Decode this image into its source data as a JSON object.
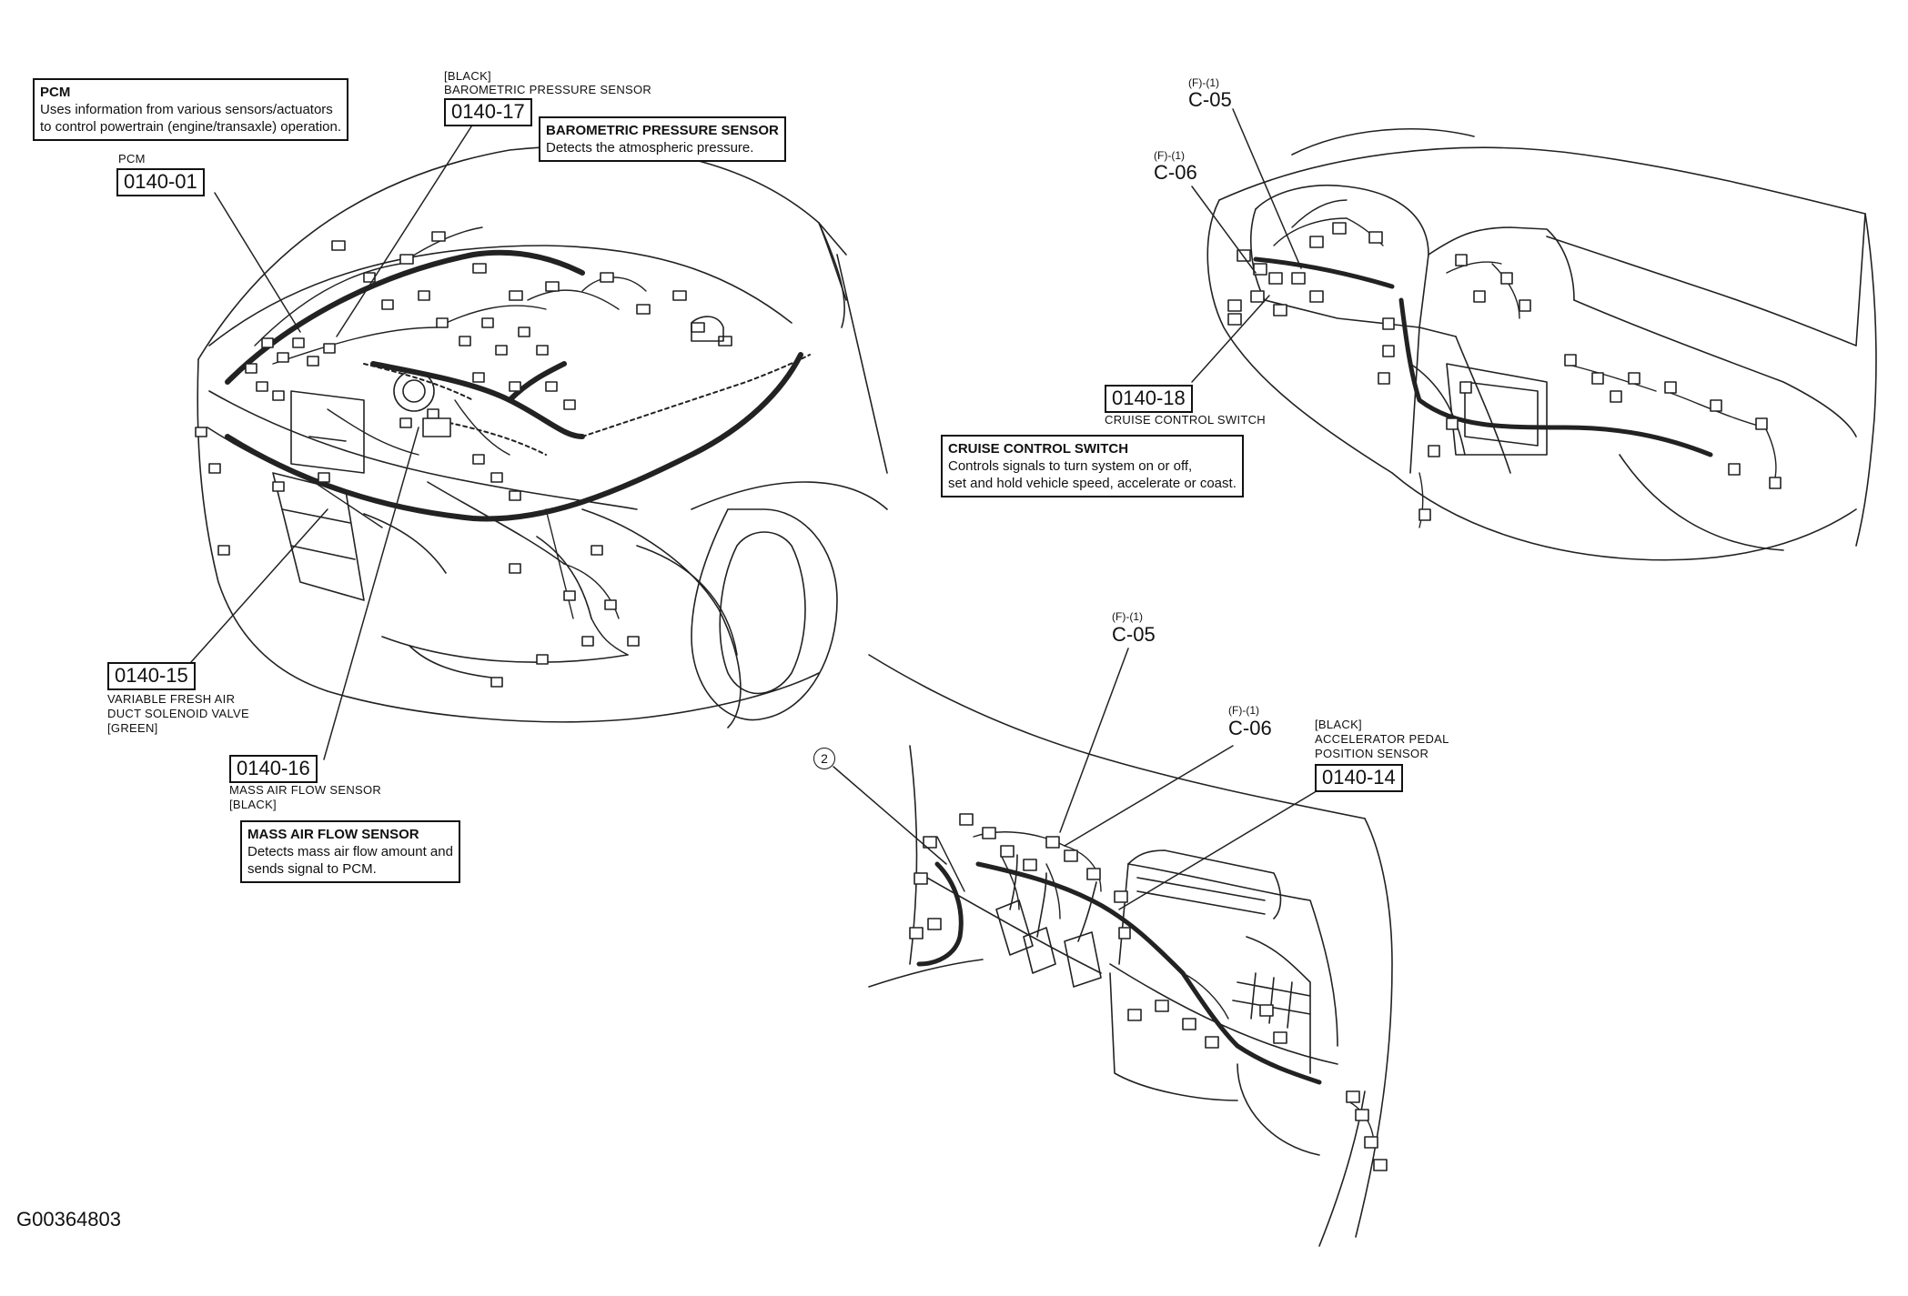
{
  "figure_id": "G00364803",
  "callouts": {
    "pcm": {
      "title": "PCM",
      "lines": [
        "Uses information from various sensors/actuators",
        "to control powertrain (engine/transaxle) operation."
      ]
    },
    "baro": {
      "title": "BAROMETRIC PRESSURE SENSOR",
      "lines": [
        "Detects the atmospheric pressure."
      ]
    },
    "maf": {
      "title": "MASS AIR FLOW SENSOR",
      "lines": [
        "Detects mass air flow amount and",
        "sends signal to PCM."
      ]
    },
    "cruise": {
      "title": "CRUISE CONTROL SWITCH",
      "lines": [
        "Controls signals to turn system on or off,",
        "set and hold vehicle speed, accelerate or coast."
      ]
    }
  },
  "labels": {
    "pcm_caption": "PCM",
    "pcm_code": "0140-01",
    "baro_color": "[BLACK]",
    "baro_caption": "BAROMETRIC PRESSURE SENSOR",
    "baro_code": "0140-17",
    "vfad_code": "0140-15",
    "vfad_line1": "VARIABLE FRESH AIR",
    "vfad_line2": "DUCT SOLENOID VALVE",
    "vfad_line3": "[GREEN]",
    "maf_code": "0140-16",
    "maf_caption": "MASS AIR FLOW SENSOR",
    "maf_color": "[BLACK]",
    "cruise_code": "0140-18",
    "cruise_caption": "CRUISE CONTROL SWITCH",
    "dash_c05_ref": "(F)-(1)",
    "dash_c05": "C-05",
    "dash_c06_ref": "(F)-(1)",
    "dash_c06": "C-06",
    "low_c05_ref": "(F)-(1)",
    "low_c05": "C-05",
    "low_c06_ref": "(F)-(1)",
    "low_c06": "C-06",
    "app_color": "[BLACK]",
    "app_line1": "ACCELERATOR PEDAL",
    "app_line2": "POSITION SENSOR",
    "app_code": "0140-14",
    "harness_no": "2"
  }
}
